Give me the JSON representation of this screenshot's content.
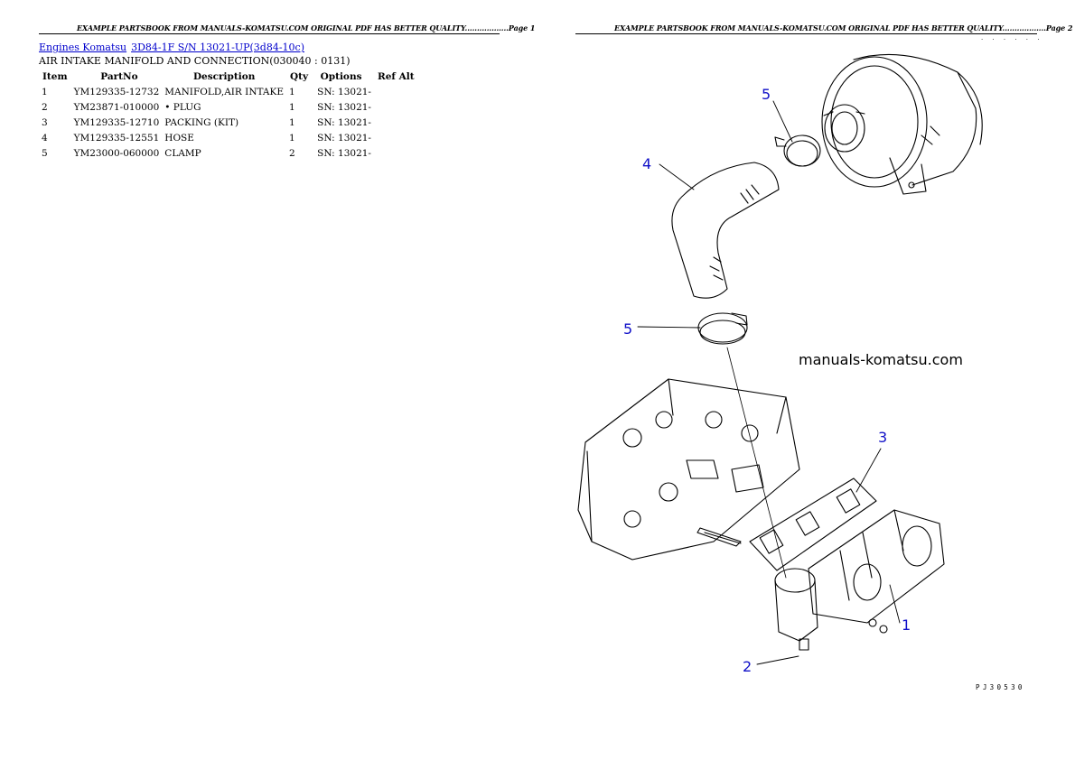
{
  "pages": {
    "left_header": "EXAMPLE PARTSBOOK FROM MANUALS-KOMATSU.COM ORIGINAL PDF HAS BETTER QUALITY..................Page 1",
    "right_header": "EXAMPLE PARTSBOOK FROM MANUALS-KOMATSU.COM ORIGINAL PDF HAS BETTER QUALITY..................Page 2"
  },
  "breadcrumb": {
    "link1": "Engines Komatsu",
    "link2": "3D84-1F S/N 13021-UP(3d84-10c)"
  },
  "section_title": "AIR INTAKE MANIFOLD AND CONNECTION(030040 : 0131)",
  "table": {
    "headers": [
      "Item",
      "PartNo",
      "Description",
      "Qty",
      "Options",
      "Ref Alt"
    ],
    "rows": [
      {
        "item": "1",
        "partno": "YM129335-12732",
        "description": "MANIFOLD,AIR INTAKE",
        "qty": "1",
        "options": "SN: 13021-",
        "refalt": ""
      },
      {
        "item": "2",
        "partno": "YM23871-010000",
        "description": "• PLUG",
        "qty": "1",
        "options": "SN: 13021-",
        "refalt": ""
      },
      {
        "item": "3",
        "partno": "YM129335-12710",
        "description": "PACKING (KIT)",
        "qty": "1",
        "options": "SN: 13021-",
        "refalt": ""
      },
      {
        "item": "4",
        "partno": "YM129335-12551",
        "description": "HOSE",
        "qty": "1",
        "options": "SN: 13021-",
        "refalt": ""
      },
      {
        "item": "5",
        "partno": "YM23000-060000",
        "description": "CLAMP",
        "qty": "2",
        "options": "SN: 13021-",
        "refalt": ""
      }
    ]
  },
  "drawing": {
    "callouts": [
      "5",
      "4",
      "5",
      "3",
      "1",
      "2"
    ],
    "watermark": "manuals-komatsu.com",
    "drawing_code": "PJ30530",
    "colors": {
      "callout": "#1010c8",
      "link": "#0000cc"
    }
  }
}
